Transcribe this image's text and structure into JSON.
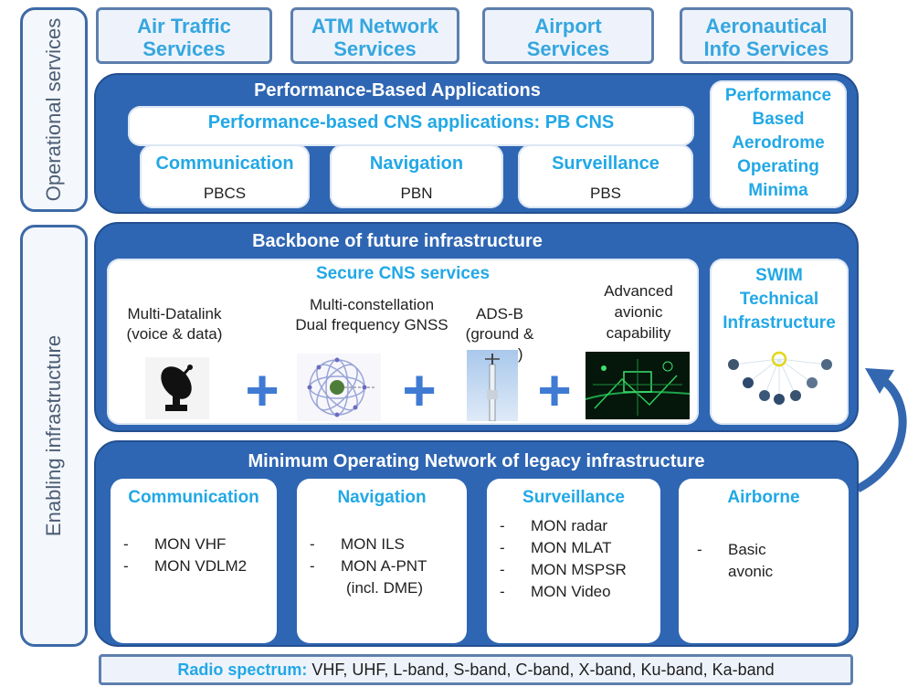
{
  "side_labels": {
    "operational": "Operational services",
    "enabling": "Enabling infrastructure"
  },
  "top_services": [
    {
      "line1": "Air Traffic",
      "line2": "Services"
    },
    {
      "line1": "ATM Network",
      "line2": "Services"
    },
    {
      "line1": "Airport",
      "line2": "Services"
    },
    {
      "line1": "Aeronautical",
      "line2": "Info Services"
    }
  ],
  "pba": {
    "title": "Performance-Based Applications",
    "pbcns_title": "Performance-based CNS applications: PB CNS",
    "items": [
      {
        "title": "Communication",
        "abbr": "PBCS"
      },
      {
        "title": "Navigation",
        "abbr": "PBN"
      },
      {
        "title": "Surveillance",
        "abbr": "PBS"
      }
    ],
    "aerodrome": [
      "Performance",
      "Based",
      "Aerodrome",
      "Operating",
      "Minima"
    ]
  },
  "backbone": {
    "title": "Backbone of future infrastructure",
    "secure_title": "Secure CNS services",
    "items": [
      {
        "lines": [
          "Multi-Datalink",
          "(voice & data)"
        ],
        "icon": "satellite-dish-icon"
      },
      {
        "lines": [
          "Multi-constellation",
          "Dual frequency GNSS"
        ],
        "icon": "gnss-constellation-icon"
      },
      {
        "lines": [
          "ADS-B",
          "(ground &",
          "space)"
        ],
        "icon": "ads-b-antenna-icon"
      },
      {
        "lines": [
          "Advanced",
          "avionic",
          "capability"
        ],
        "icon": "avionics-display-icon"
      }
    ],
    "swim": [
      "SWIM",
      "Technical",
      "Infrastructure"
    ]
  },
  "mon": {
    "title": "Minimum Operating Network of legacy infrastructure",
    "groups": [
      {
        "title": "Communication",
        "items": [
          "MON VHF",
          "MON VDLM2"
        ]
      },
      {
        "title": "Navigation",
        "items": [
          "MON ILS",
          "MON A-PNT"
        ],
        "extra": "(incl. DME)"
      },
      {
        "title": "Surveillance",
        "items": [
          "MON radar",
          "MON MLAT",
          "MON MSPSR",
          "MON Video"
        ]
      },
      {
        "title": "Airborne",
        "items": [
          "Basic"
        ],
        "extra": "avonic"
      }
    ]
  },
  "radio": {
    "label": "Radio spectrum:",
    "bands": " VHF, UHF, L-band, S-band, C-band, X-band, Ku-band, Ka-band"
  },
  "colors": {
    "panel_blue": "#2f66b3",
    "title_cyan": "#22a8e6",
    "plus_blue": "#3f7bd3"
  }
}
